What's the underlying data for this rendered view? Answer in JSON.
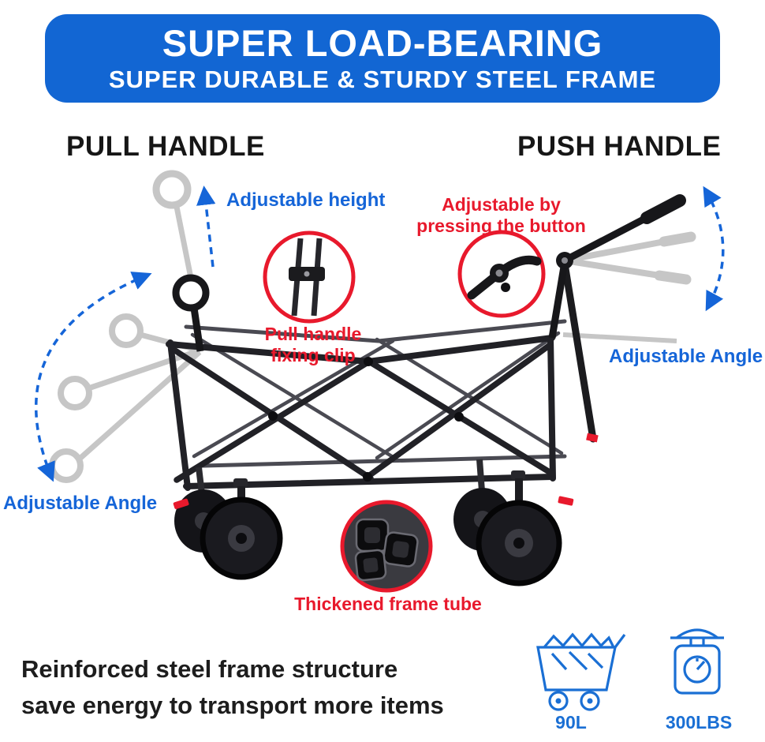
{
  "banner": {
    "title": "SUPER LOAD-BEARING",
    "subtitle": "SUPER DURABLE & STURDY STEEL FRAME"
  },
  "headings": {
    "pull": "PULL HANDLE",
    "push": "PUSH HANDLE"
  },
  "callouts": {
    "adjustable_height": "Adjustable height",
    "adjustable_button_l1": "Adjustable by",
    "adjustable_button_l2": "pressing the button",
    "pull_clip_l1": "Pull handle",
    "pull_clip_l2": "fixing clip",
    "angle_right": "Adjustable Angle",
    "angle_left": "Adjustable Angle",
    "tube": "Thickened frame tube"
  },
  "footer": {
    "line1": "Reinforced steel frame structure",
    "line2": "save energy to transport more items",
    "capacity_label": "90L",
    "weight_label": "300LBS"
  },
  "icons": {
    "capacity": "cart-capacity-icon",
    "weight": "scale-icon"
  },
  "colors": {
    "banner_blue": "#1266d3",
    "label_blue": "#1565d8",
    "label_red": "#e8192c",
    "frame_black": "#1f1f23",
    "icon_blue": "#1a6fd4"
  }
}
